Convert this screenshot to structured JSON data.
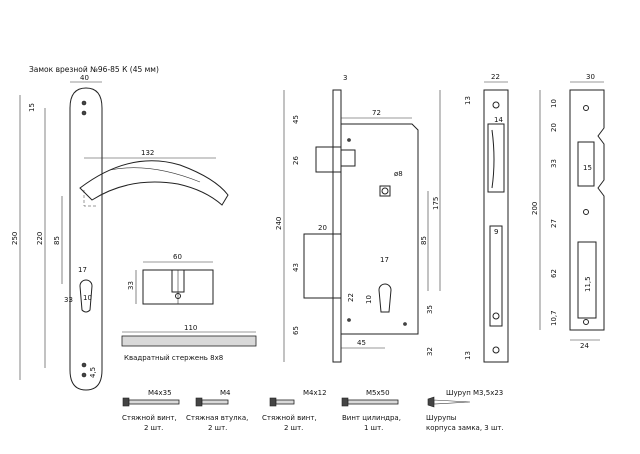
{
  "title": "Замок врезной №96-85 К (45 мм)",
  "handle": {
    "dims": {
      "w40": "40",
      "h250": "250",
      "h220": "220",
      "d85": "85",
      "d17": "17",
      "d10": "10",
      "d33": "33",
      "d15": "15",
      "d45": "4,5",
      "len132": "132"
    }
  },
  "cylinder": {
    "dims": {
      "w60": "60",
      "h33": "33"
    }
  },
  "square_rod": {
    "length": "110",
    "label": "Квадратный стержень 8х8"
  },
  "lock_body": {
    "dims": {
      "t3": "3",
      "w72": "72",
      "h240": "240",
      "h45": "45",
      "h26": "26",
      "d8": "ø8",
      "h20": "20",
      "h43": "43",
      "h65": "65",
      "v85": "85",
      "v175": "175",
      "d17": "17",
      "d22": "22",
      "d35": "35",
      "d10": "10",
      "d32": "32",
      "w45": "45"
    }
  },
  "faceplate": {
    "dims": {
      "w22": "22",
      "h13a": "13",
      "w14": "14",
      "h9": "9",
      "h13b": "13"
    }
  },
  "strike": {
    "dims": {
      "w30": "30",
      "h10": "10",
      "h20": "20",
      "h200": "200",
      "h33": "33",
      "w15": "15",
      "h27": "27",
      "h62": "62",
      "w11": "11,5",
      "h107": "10,7",
      "w24": "24"
    }
  },
  "parts": [
    {
      "size": "M4x35",
      "label1": "Стяжной винт,",
      "label2": "2 шт."
    },
    {
      "size": "M4",
      "label1": "Стяжная втулка,",
      "label2": "2 шт."
    },
    {
      "size": "M4x12",
      "label1": "Стяжной винт,",
      "label2": "2 шт."
    },
    {
      "size": "M5x50",
      "label1": "Винт цилиндра,",
      "label2": "1 шт."
    },
    {
      "size": "Шуруп M3,5x23",
      "label1": "Шурупы",
      "label2": "корпуса замка, 3 шт."
    }
  ]
}
